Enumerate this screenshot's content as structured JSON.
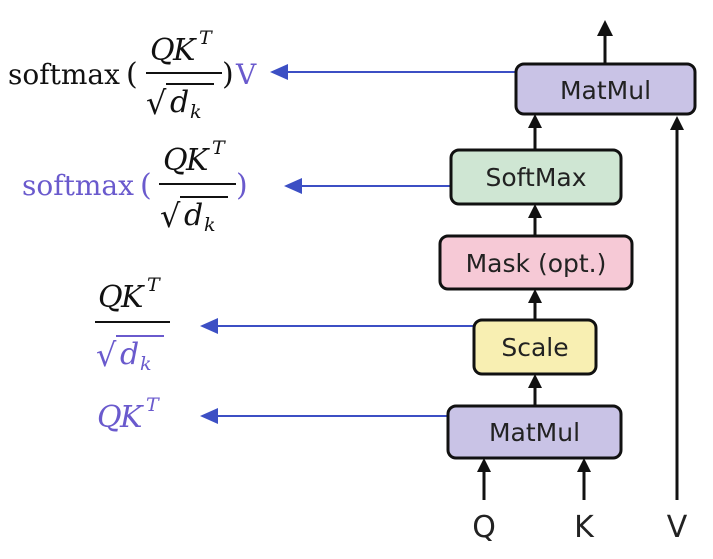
{
  "colors": {
    "arrow_black": "#111111",
    "arrow_blue": "#3c4fc4",
    "formula_black": "#111111",
    "formula_blue": "#6a5acd",
    "matmul_fill": "#c9c3e6",
    "softmax_fill": "#cfe6d3",
    "mask_fill": "#f6c9d6",
    "scale_fill": "#f8efb2",
    "box_border": "#111111"
  },
  "blocks": {
    "matmul_top": "MatMul",
    "softmax": "SoftMax",
    "mask": "Mask (opt.)",
    "scale": "Scale",
    "matmul_bottom": "MatMul"
  },
  "inputs": {
    "q": "Q",
    "k": "K",
    "v": "V"
  },
  "formulas": {
    "softmax_fn": "softmax",
    "open_paren": "(",
    "close_paren": ")",
    "qk_q": "Q",
    "qk_k": "K",
    "transpose": "T",
    "sqrt_sign": "√",
    "d": "d",
    "sub_k": "k",
    "times_v": "V"
  }
}
